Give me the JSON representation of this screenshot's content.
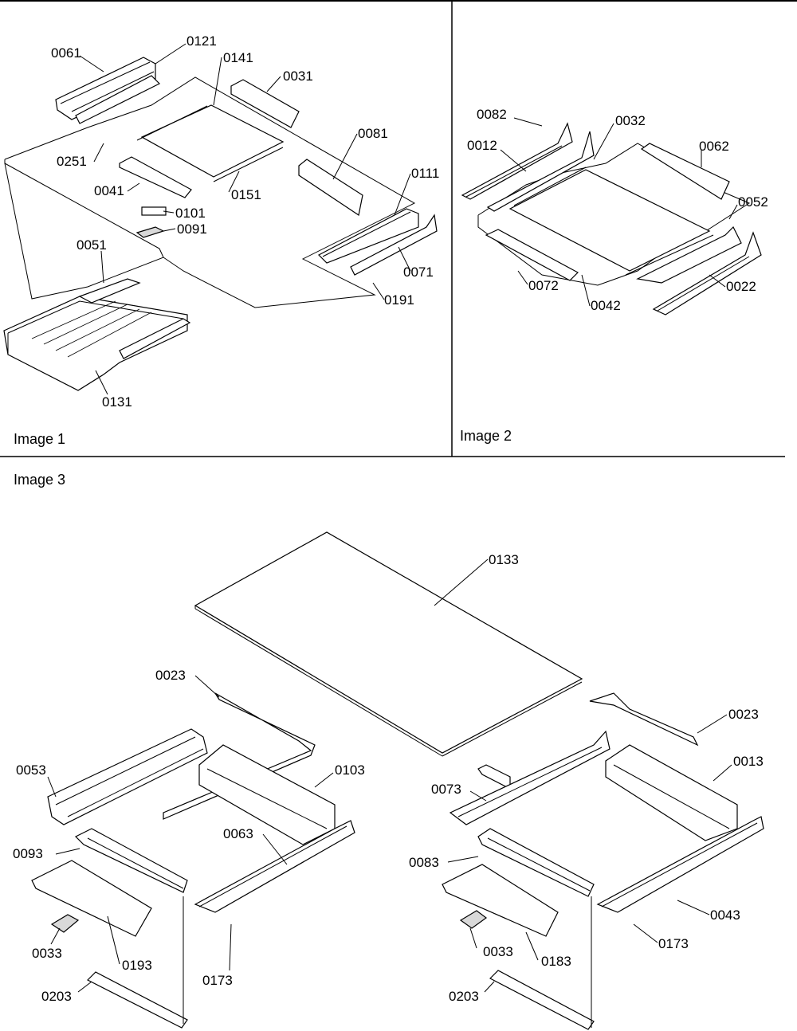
{
  "panels": [
    {
      "caption": "Image 1"
    },
    {
      "caption": "Image 2"
    },
    {
      "caption": "Image 3"
    }
  ],
  "image1_labels": [
    "0061",
    "0121",
    "0141",
    "0031",
    "0081",
    "0111",
    "0251",
    "0041",
    "0151",
    "0101",
    "0091",
    "0051",
    "0071",
    "0191",
    "0131"
  ],
  "image2_labels": [
    "0082",
    "0032",
    "0012",
    "0062",
    "0052",
    "0072",
    "0042",
    "0022"
  ],
  "image3_labels": [
    "0133",
    "0023",
    "0023",
    "0053",
    "0103",
    "0013",
    "0073",
    "0093",
    "0063",
    "0083",
    "0043",
    "0033",
    "0193",
    "0173",
    "0033",
    "0183",
    "0173",
    "0203",
    "0203"
  ]
}
